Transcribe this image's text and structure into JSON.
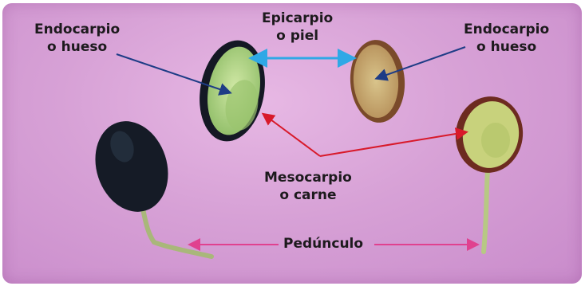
{
  "labels": {
    "endocarpio_left": [
      "Endocarpio",
      "o hueso"
    ],
    "epicarpio": [
      "Epicarpio",
      "o piel"
    ],
    "endocarpio_right": [
      "Endocarpio",
      "o hueso"
    ],
    "mesocarpio": [
      "Mesocarpio",
      "o carne"
    ],
    "peduncle": "Pedúnculo"
  },
  "colors": {
    "background": "#d7a1d6",
    "arrow_blue": "#1e3c86",
    "arrow_cyan": "#2fa8e6",
    "arrow_red": "#d8192a",
    "arrow_pink": "#e0418f",
    "flesh_green": "#b4d98a",
    "skin_dark": "#141824",
    "skin_brown": "#6d2b20"
  }
}
